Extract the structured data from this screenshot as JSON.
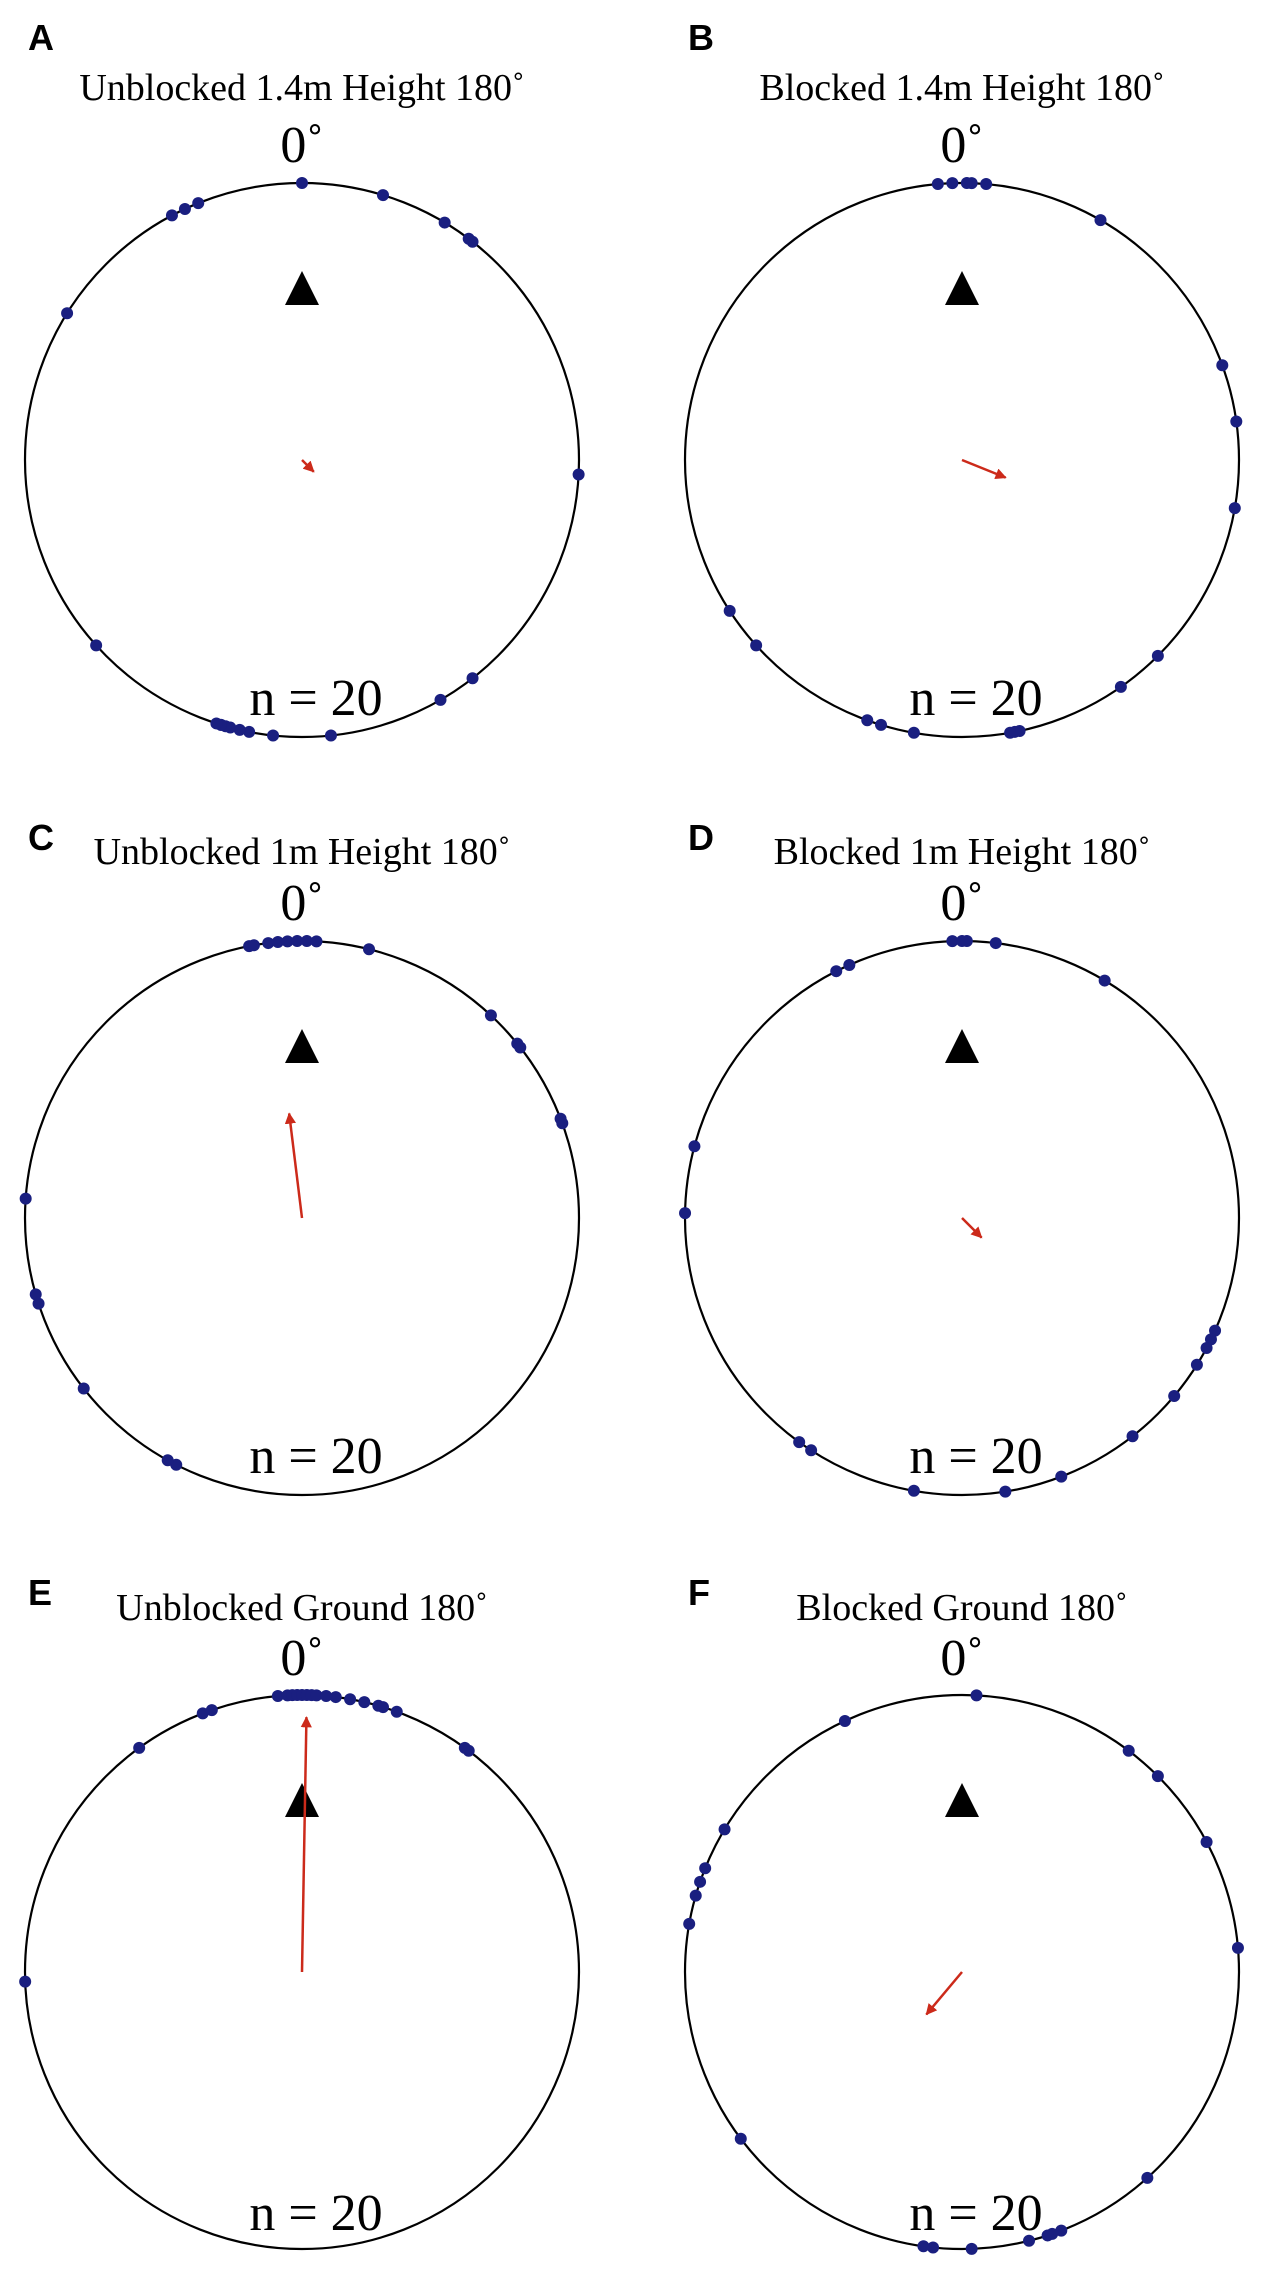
{
  "colors": {
    "point": "#1a1f80",
    "mean_vector": "#cc2a1a",
    "circle": "#000000",
    "marker": "#000000"
  },
  "icons": {
    "stimulus_marker": "triangle-up"
  },
  "chart_data": [
    {
      "type": "circular-scatter",
      "panel": "A",
      "title": "Unblocked 1.4m Height 180˚",
      "zero_label": "0˚",
      "n_label": "n = 20",
      "angles_deg": [
        0,
        17,
        31,
        38,
        37,
        93,
        142,
        150,
        174,
        186,
        191,
        193,
        195,
        196,
        197,
        197,
        198,
        228,
        302,
        332,
        335,
        338
      ],
      "mean_vector": {
        "angle_deg": 135,
        "length": 0.06
      }
    },
    {
      "type": "circular-scatter",
      "panel": "B",
      "title": "Blocked 1.4m Height 180˚",
      "zero_label": "0˚",
      "n_label": "n = 20",
      "angles_deg": [
        355,
        358,
        2,
        5,
        1,
        30,
        70,
        82,
        100,
        135,
        145,
        168,
        169,
        170,
        190,
        197,
        200,
        228,
        237
      ],
      "mean_vector": {
        "angle_deg": 112,
        "length": 0.17
      }
    },
    {
      "type": "circular-scatter",
      "panel": "C",
      "title": "Unblocked 1m Height 180˚",
      "zero_label": "0˚",
      "n_label": "n = 20",
      "angles_deg": [
        349,
        350,
        353,
        355,
        357,
        359,
        1,
        3,
        14,
        43,
        51,
        52,
        69,
        70,
        207,
        209,
        232,
        252,
        254,
        274
      ],
      "mean_vector": {
        "angle_deg": 353,
        "length": 0.38
      }
    },
    {
      "type": "circular-scatter",
      "panel": "D",
      "title": "Blocked 1m Height 180˚",
      "zero_label": "0˚",
      "n_label": "n = 20",
      "angles_deg": [
        333,
        336,
        358,
        0,
        1,
        7,
        31,
        114,
        116,
        118,
        122,
        130,
        142,
        159,
        171,
        190,
        213,
        216,
        271,
        285
      ],
      "mean_vector": {
        "angle_deg": 135,
        "length": 0.1
      }
    },
    {
      "type": "circular-scatter",
      "panel": "E",
      "title": "Unblocked Ground 180˚",
      "zero_label": "0˚",
      "n_label": "n = 20",
      "angles_deg": [
        324,
        339,
        341,
        355,
        357,
        358,
        359,
        0,
        1,
        2,
        3,
        5,
        7,
        10,
        13,
        16,
        17,
        20,
        36,
        37,
        268
      ],
      "mean_vector": {
        "angle_deg": 1,
        "length": 0.92
      }
    },
    {
      "type": "circular-scatter",
      "panel": "F",
      "title": "Blocked Ground 180˚",
      "zero_label": "0˚",
      "n_label": "n = 20",
      "angles_deg": [
        3,
        37,
        45,
        62,
        85,
        138,
        159,
        161,
        162,
        166,
        178,
        186,
        188,
        233,
        280,
        286,
        289,
        292,
        301,
        335
      ],
      "mean_vector": {
        "angle_deg": 220,
        "length": 0.2
      }
    }
  ]
}
